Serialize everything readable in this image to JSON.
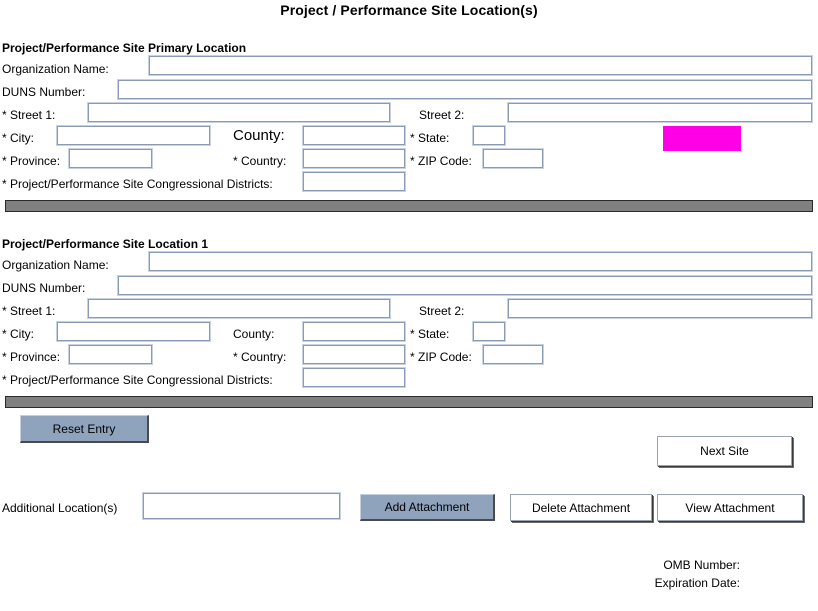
{
  "page": {
    "title": "Project / Performance Site Location(s)"
  },
  "sections": [
    {
      "heading": "Project/Performance Site Primary Location",
      "fields": {
        "organization_name_label": "Organization Name:",
        "organization_name_value": "",
        "duns_label": "DUNS Number:",
        "duns_value": "",
        "street1_label": "* Street 1:",
        "street1_value": "",
        "street2_label": "Street 2:",
        "street2_value": "",
        "city_label": "* City:",
        "city_value": "",
        "county_label": "County:",
        "county_value": "",
        "state_label": "* State:",
        "state_value": "",
        "province_label": "* Province:",
        "province_value": "",
        "country_label": "* Country:",
        "country_value": "",
        "zip_label": "* ZIP Code:",
        "zip_value": "",
        "districts_label": "* Project/Performance Site Congressional Districts:",
        "districts_value": ""
      },
      "highlight_color": "#ff00e6"
    },
    {
      "heading": "Project/Performance Site Location 1",
      "fields": {
        "organization_name_label": "Organization Name:",
        "organization_name_value": "",
        "duns_label": "DUNS Number:",
        "duns_value": "",
        "street1_label": "* Street 1:",
        "street1_value": "",
        "street2_label": "Street 2:",
        "street2_value": "",
        "city_label": "* City:",
        "city_value": "",
        "county_label": "County:",
        "county_value": "",
        "state_label": "* State:",
        "state_value": "",
        "province_label": "* Province:",
        "province_value": "",
        "country_label": "* Country:",
        "country_value": "",
        "zip_label": "* ZIP Code:",
        "zip_value": "",
        "districts_label": "* Project/Performance Site Congressional Districts:",
        "districts_value": ""
      }
    }
  ],
  "actions": {
    "reset_entry": "Reset Entry",
    "next_site": "Next Site",
    "additional_locations_label": "Additional Location(s)",
    "additional_locations_value": "",
    "add_attachment": "Add Attachment",
    "delete_attachment": "Delete Attachment",
    "view_attachment": "View  Attachment"
  },
  "footer": {
    "omb_number": "OMB Number:",
    "expiration_date": "Expiration Date:"
  }
}
